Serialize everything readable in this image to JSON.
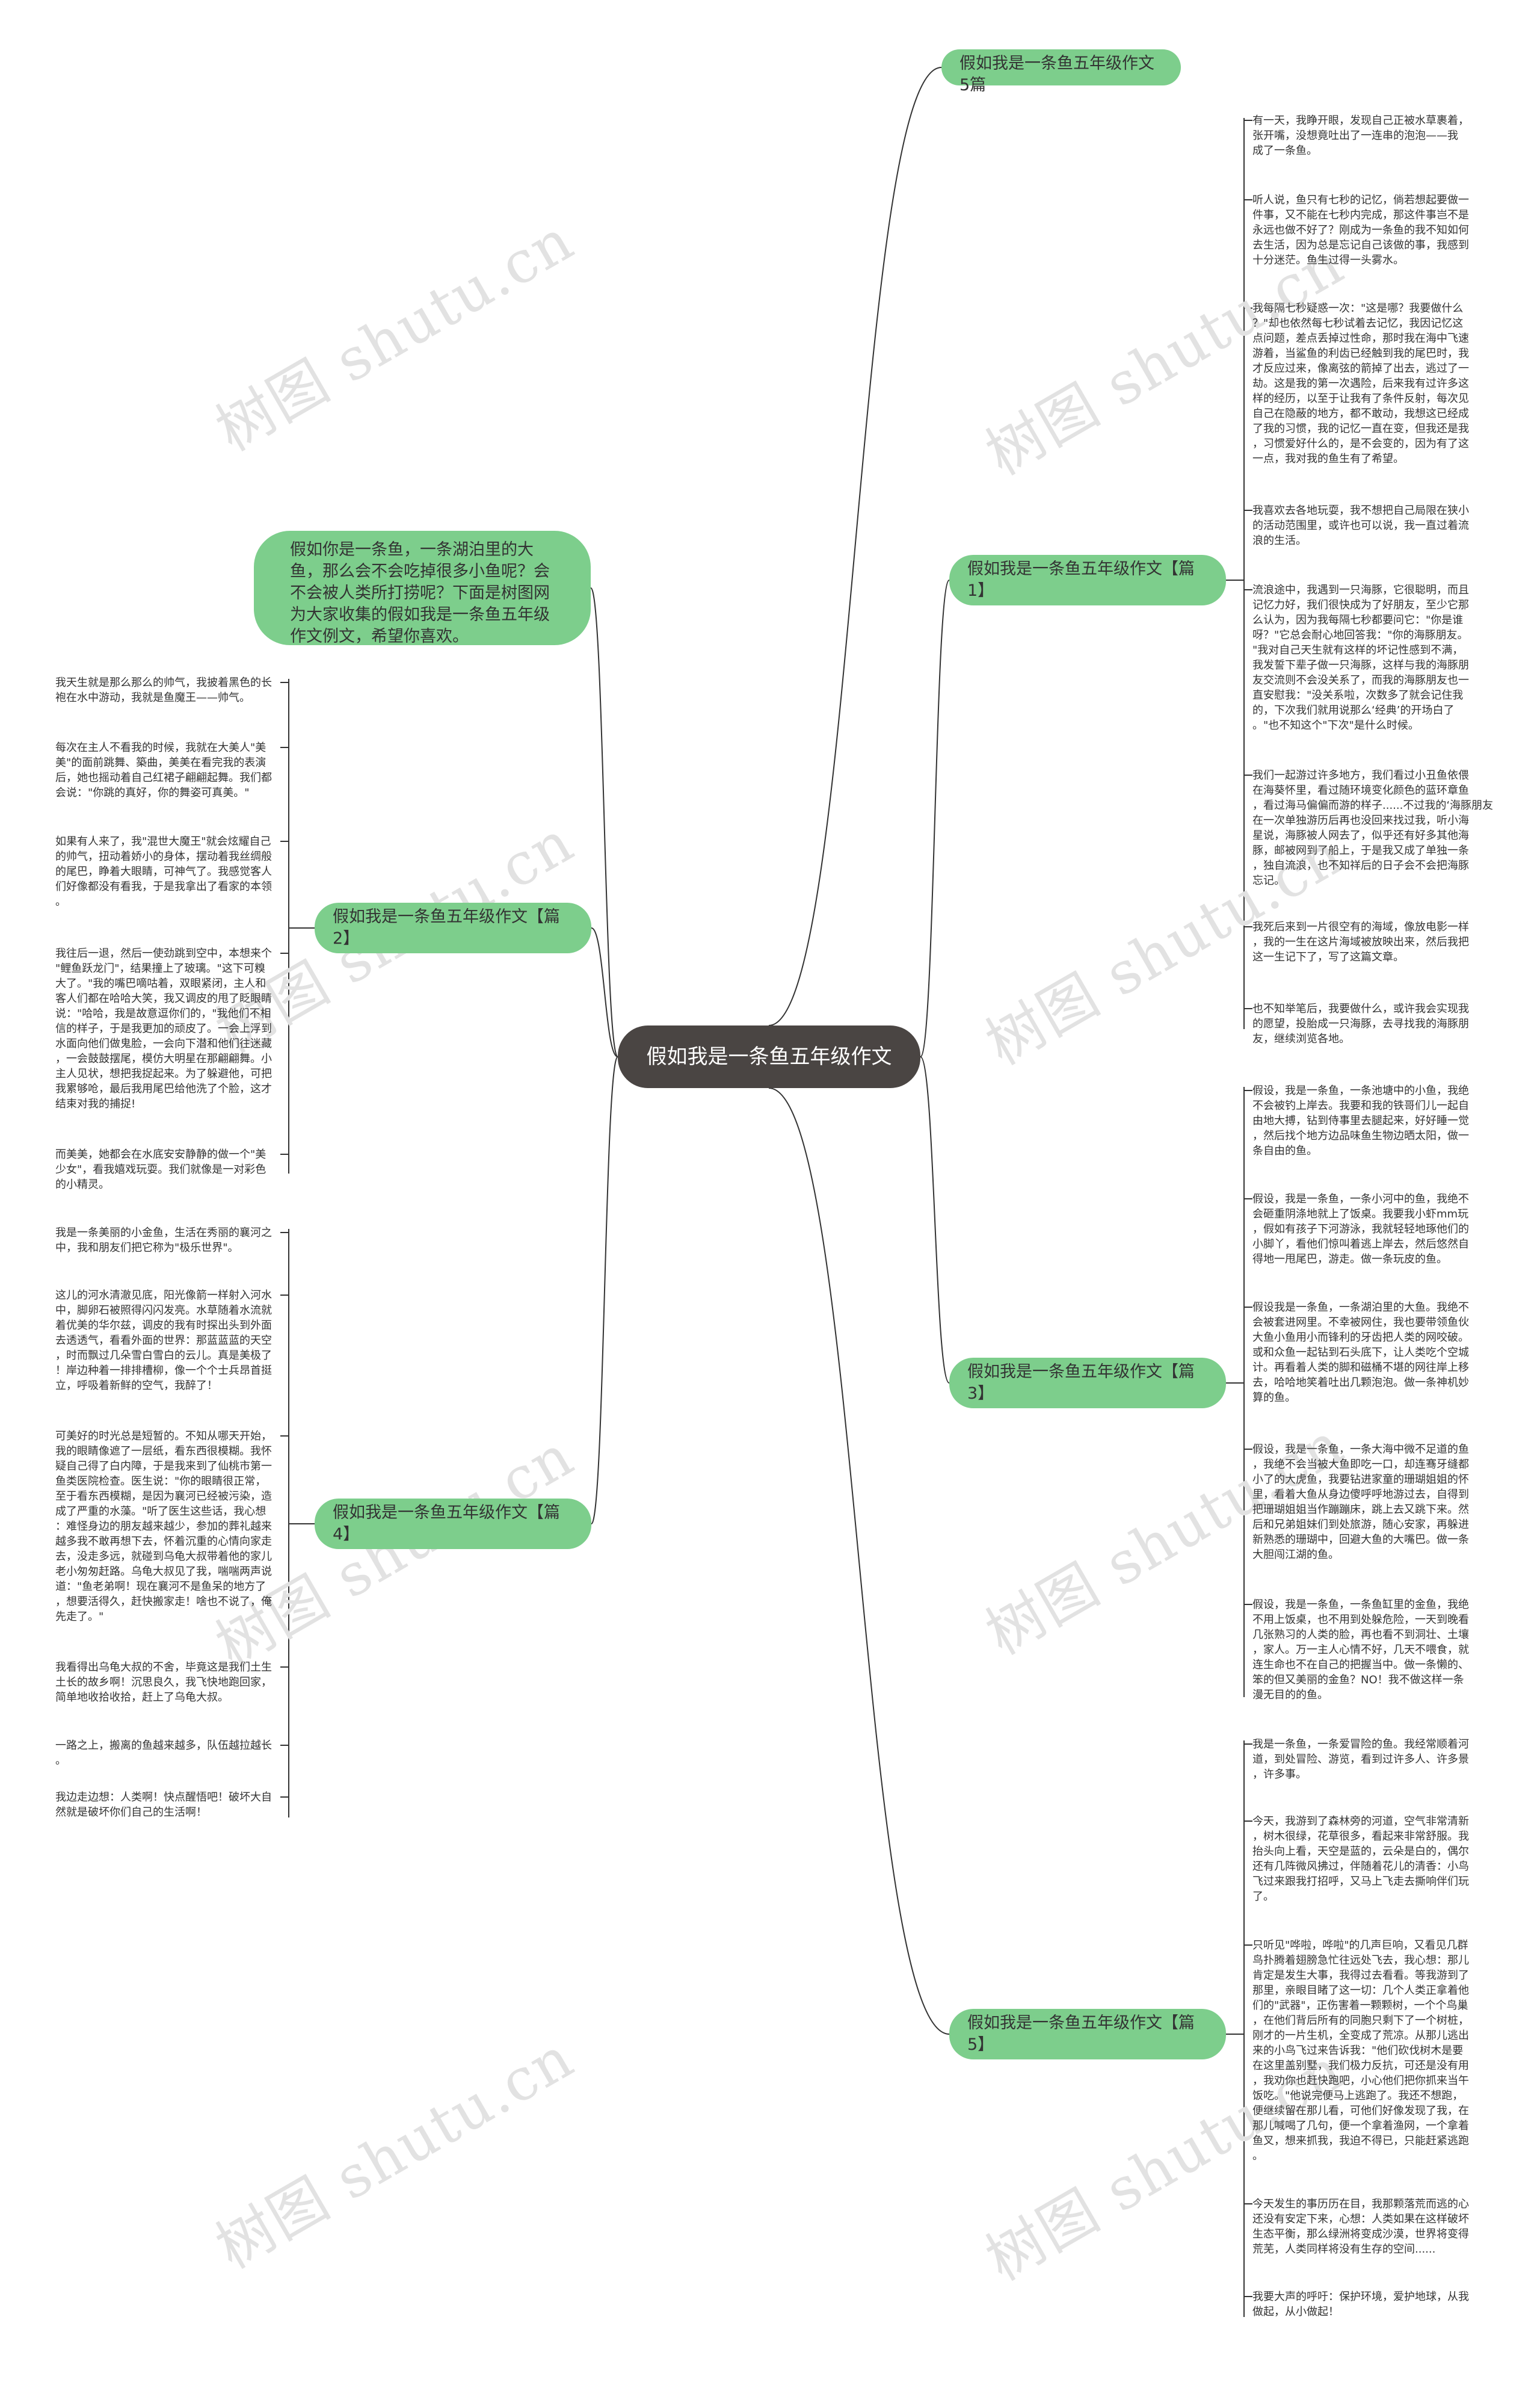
{
  "watermark": "树图 shutu.cn",
  "center": "假如我是一条鱼五年级作文",
  "intro": "假如你是一条鱼，一条湖泊里的大鱼，那么会不会吃掉很多小鱼呢？会不会被人类所打捞呢？下面是树图网为大家收集的假如我是一条鱼五年级作文例文，希望你喜欢。",
  "topics": {
    "t5": "假如我是一条鱼五年级作文5篇",
    "p1": "假如我是一条鱼五年级作文【篇1】",
    "p2": "假如我是一条鱼五年级作文【篇2】",
    "p3": "假如我是一条鱼五年级作文【篇3】",
    "p4": "假如我是一条鱼五年级作文【篇4】",
    "p5": "假如我是一条鱼五年级作文【篇5】"
  },
  "p1": [
    "有一天，我睁开眼，发现自己正被水草裹着，\n张开嘴，没想竟吐出了一连串的泡泡——我\n成了一条鱼。",
    "听人说，鱼只有七秒的记忆，倘若想起要做一\n件事，又不能在七秒内完成，那这件事岂不是\n永远也做不好了？刚成为一条鱼的我不知如何\n去生活，因为总是忘记自己该做的事，我感到\n十分迷茫。鱼生过得一头雾水。",
    "我每隔七秒疑惑一次：\"这是哪？我要做什么\n？\"却也依然每七秒试着去记忆，我因记忆这\n点问题，差点丢掉过性命，那时我在海中飞速\n游着，当鲨鱼的利齿已经触到我的尾巴时，我\n才反应过来，像离弦的箭掉了出去，逃过了一\n劫。这是我的第一次遇险，后来我有过许多这\n样的经历，以至于让我有了条件反射，每次见\n自己在隐蔽的地方，都不敢动，我想这已经成\n了我的习惯，我的记忆一直在变，但我还是我\n，习惯爱好什么的，是不会变的，因为有了这\n一点，我对我的鱼生有了希望。",
    "我喜欢去各地玩耍，我不想把自己局限在狭小\n的活动范围里，或许也可以说，我一直过着流\n浪的生活。",
    "流浪途中，我遇到一只海豚，它很聪明，而且\n记忆力好，我们很快成为了好朋友，至少它那\n么认为，因为我每隔七秒都要问它：\"你是谁\n呀？\"它总会耐心地回答我：\"你的海豚朋友。\n\"我对自己天生就有这样的坏记性感到不满，\n我发誓下辈子做一只海豚，这样与我的海豚朋\n友交流则不会没关系了，而我的海豚朋友也一\n直安慰我：\"没关系啦，次数多了就会记住我\n的，下次我们就用说那么‘经典’的开场白了\n。\"也不知这个\"下次\"是什么时候。",
    "我们一起游过许多地方，我们看过小丑鱼依偎\n在海葵怀里，看过随环境变化颜色的蓝环章鱼\n，看过海马偏偏而游的样子......不过我的‘海豚朋友\n在一次单独游历后再也没回来找过我，听小海\n星说，海豚被人网去了，似乎还有好多其他海\n豚，邮被网到了船上，于是我又成了单独一条\n，独自流浪，也不知祥后的日子会不会把海豚\n忘记。",
    "我死后来到一片很空有的海域，像放电影一样\n，我的一生在这片海域被放映出来，然后我把\n这一生记下了，写了这篇文章。",
    "也不知举笔后，我要做什么，或许我会实现我\n的愿望，投胎成一只海豚，去寻找我的海豚朋\n友，继续浏览各地。"
  ],
  "p2": [
    "我天生就是那么那么的帅气，我披着黑色的长\n袍在水中游动，我就是鱼魔王——帅气。",
    "每次在主人不看我的时候，我就在大美人\"美\n美\"的面前跳舞、築曲，美美在看完我的表演\n后，她也摇动着自己红裙子翩翩起舞。我们都\n会说：\"你跳的真好，你的舞姿可真美。\"",
    "如果有人来了，我\"混世大魔王\"就会炫耀自己\n的帅气，扭动着娇小的身体，摆动着我丝绸般\n的尾巴，睁着大眼睛，可神气了。我感觉客人\n们好像都没有看我，于是我拿出了看家的本领\n。",
    "我往后一退，然后一使劲跳到空中，本想来个\n\"鲤鱼跃龙门\"，结果撞上了玻璃。\"这下可糗\n大了。\"我的嘴巴嘀咕着，双眼紧闭，主人和\n客人们都在哈哈大笑，我又调皮的甩了眨眼睛\n说：\"哈哈，我是故意逗你们的，\"我他们不相\n信的样子，于是我更加的顽皮了。一会上浮到\n水面向他们做鬼脸，一会向下潜和他们往迷藏\n，一会鼓鼓摆尾，模仿大明星在那翩翩舞。小\n主人见状，想把我捉起来。为了躲避他，可把\n我累够呛，最后我用尾巴给他洗了个脸，这才\n结束对我的捕捉!",
    "而美美，她都会在水底安安静静的做一个\"美\n少女\"，看我嬉戏玩耍。我们就像是一对彩色\n的小精灵。"
  ],
  "p3": [
    "假设，我是一条鱼，一条池塘中的小鱼，我绝\n不会被钓上岸去。我要和我的铁哥们儿一起自\n由地大搏，钻到侍事里去腿起来，好好睡一觉\n，然后找个地方边品味鱼生物边晒太阳，做一\n条自由的鱼。",
    "假设，我是一条鱼，一条小河中的鱼，我绝不\n会砸重阴涤地就上了饭桌。我要我小虾mm玩\n，假如有孩子下河游泳，我就轻轻地琢他们的\n小脚丫，看他们惊叫着逃上岸去，然后悠然自\n得地一甩尾巴，游走。做一条玩皮的鱼。",
    "假设我是一条鱼，一条湖泊里的大鱼。我绝不\n会被套进网里。不幸被网住，我也要带领鱼伙\n大鱼小鱼用小而锋利的牙齿把人类的网咬破。\n或和众鱼一起钻到石头底下，让人类吃个空城\n计。再看着人类的脚和磁桶不堪的网往岸上移\n去，哈哈地笑着吐出几颗泡泡。做一条神机妙\n算的鱼。",
    "假设，我是一条鱼，一条大海中微不足道的鱼\n，我绝不会当被大鱼即吃一口，却连骞牙缝都\n小了的大虎鱼，我要钻进家童的珊瑚姐姐的怀\n里，看着大鱼从身边傻呼呼地游过去，自得到\n把珊瑚姐姐当作蹦蹦床，跳上去又跳下来。然\n后和兄弟姐妹们到处旅游，随心安家，再躲进\n新熟悉的珊瑚中，回避大鱼的大嘴巴。做一条\n大胆闯江湖的鱼。",
    "假设，我是一条鱼，一条鱼缸里的金鱼，我绝\n不用上饭桌，也不用到处躲危险，一天到晚看\n几张熟习的人类的脸，再也看不到洞壮、土壤\n，家人。万一主人心情不好，几天不喂食，就\n连生命也不在自己的把握当中。做一条懒的、\n笨的但又美丽的金鱼？NO！我不做这样一条\n漫无目的的鱼。"
  ],
  "p4": [
    "我是一条美丽的小金鱼，生活在秀丽的襄河之\n中，我和朋友们把它称为\"极乐世界\"。",
    "这儿的河水清澈见底，阳光像箭一样射入河水\n中，脚卵石被照得闪闪发亮。水草随着水流就\n着优美的华尔兹，调皮的我有时探出头到外面\n去透透气，看看外面的世界：那蓝蓝蓝的天空\n，时而飘过几朵雪白雪白的云儿。真是美极了\n！岸边种着一排排槽柳，像一个个士兵昂首挺\n立，呼吸着新鲜的空气，我醉了！",
    "可美好的时光总是短暂的。不知从哪天开始，\n我的眼睛像遮了一层纸，看东西很模糊。我怀\n疑自己得了白内障，于是我来到了仙桃市第一\n鱼类医院检查。医生说：\"你的眼睛很正常，\n至于看东西模糊，是因为襄河已经被污染，造\n成了严重的水藻。\"听了医生这些话，我心想\n：难怪身边的朋友越来越少，参加的葬礼越来\n越多我不敢再想下去，怀着沉重的心情向家走\n去，没走多远，就碰到乌龟大叔带着他的家儿\n老小匆匆赶路。乌龟大叔见了我，喘喘两声说\n道：\"鱼老弟啊！现在襄河不是鱼呆的地方了\n，想要活得久，赶快搬家走！啥也不说了，俺\n先走了。\"",
    "我看得出乌龟大叔的不舍，毕竟这是我们土生\n土长的故乡啊！沉思良久，我飞快地跑回家，\n简单地收拾收拾，赶上了乌龟大叔。",
    "一路之上，搬离的鱼越来越多，队伍越拉越长\n。",
    "我边走边想：人类啊！快点醒悟吧！破坏大自\n然就是破坏你们自己的生活啊！"
  ],
  "p5": [
    "我是一条鱼，一条爱冒险的鱼。我经常顺着河\n道，到处冒险、游览，看到过许多人、许多景\n，许多事。",
    "今天，我游到了森林旁的河道，空气非常清新\n，树木很绿，花草很多，看起来非常舒服。我\n抬头向上看，天空是蓝的，云朵是白的，偶尔\n还有几阵微风拂过，伴随着花儿的清香：小鸟\n飞过来跟我打招呼，又马上飞走去撕响伴们玩\n了。",
    "只听见\"哗啦，哗啦\"的几声巨响，又看见几群\n鸟扑腾着翅膀急忙往远处飞去，我心想：那儿\n肯定是发生大事，我得过去看看。等我游到了\n那里，亲眼目睹了这一切：几个人类正拿着他\n们的\"武器\"，正伤害着一颗颗树，一个个鸟巢\n，在他们背后所有的同胞只剩下了一个树桩，\n刚才的一片生机，全变成了荒凉。从那儿逃出\n来的小鸟飞过来告诉我：\"他们砍伐树木是要\n在这里盖别墅，我们极力反抗，可还是没有用\n，我劝你也赶快跑吧，小心他们把你抓来当午\n饭吃。\"他说完便马上逃跑了。我还不想跑，\n便继续留在那儿看，可他们好像发现了我，在\n那儿喊喝了几句，便一个拿着渔网，一个拿着\n鱼叉，想来抓我，我迫不得已，只能赶紧逃跑\n。",
    "今天发生的事历历在目，我那颗落荒而逃的心\n还没有安定下来，心想：人类如果在这样破坏\n生态平衡，那么绿洲将变成沙漠，世界将变得\n荒芜，人类同样将没有生存的空间......",
    "我要大声的呼吁：保护环境，爱护地球，从我\n做起，从小做起！"
  ]
}
